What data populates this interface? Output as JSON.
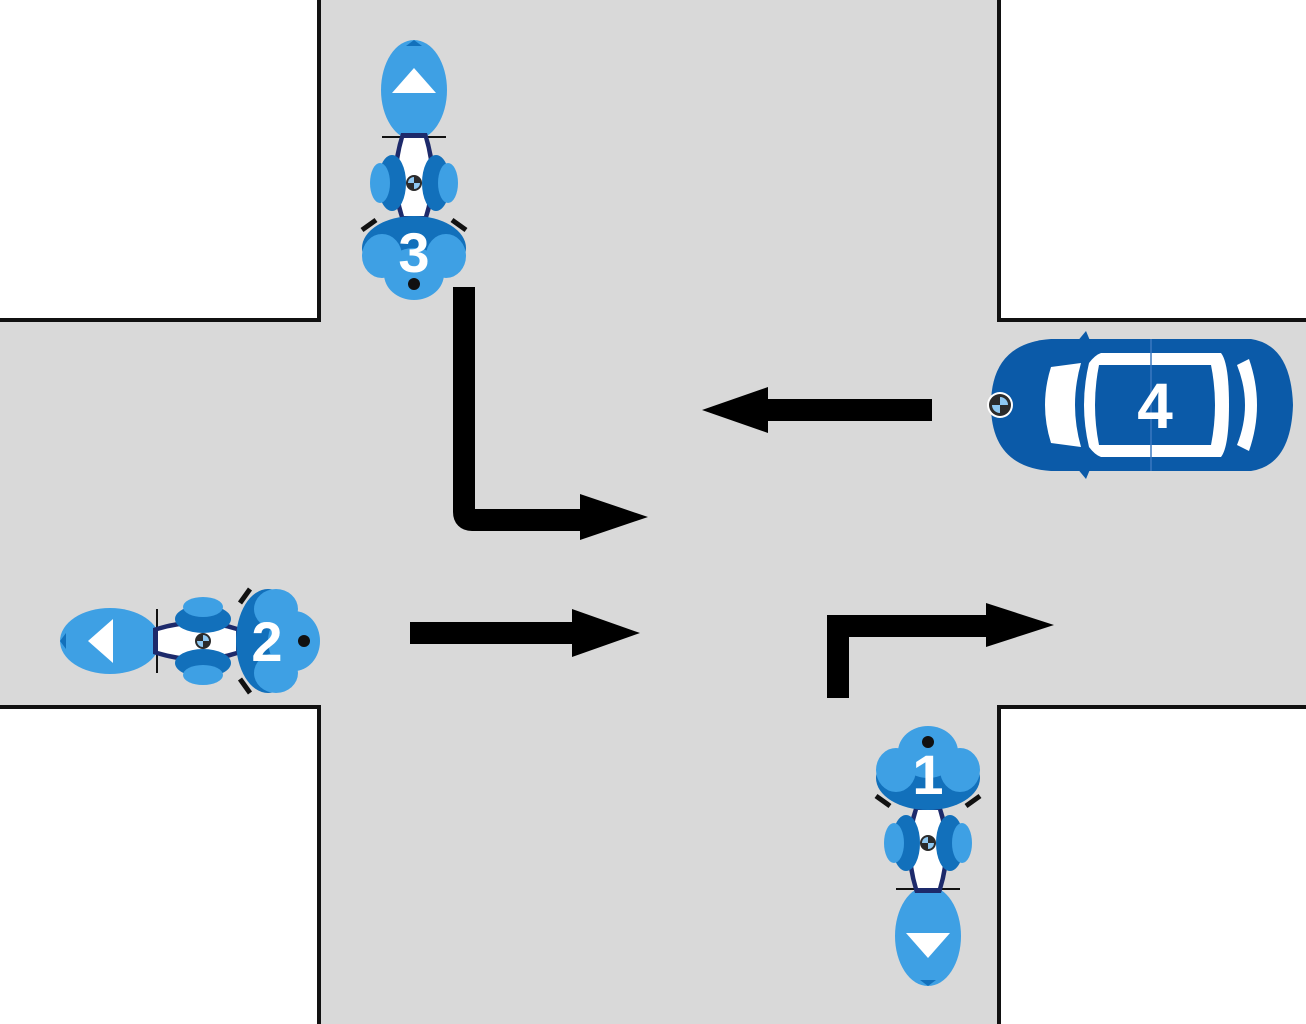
{
  "diagram": {
    "colors": {
      "road": "#d9d9d9",
      "curb": "#111111",
      "arrow": "#000000",
      "moto_light": "#3ea0e4",
      "moto_dark": "#1270bb",
      "car_body": "#0b5aa8",
      "white": "#ffffff",
      "navy": "#1d2a6b"
    },
    "vehicles": [
      {
        "id": "1",
        "type": "motorcycle",
        "label": "1",
        "heading": "north"
      },
      {
        "id": "2",
        "type": "motorcycle",
        "label": "2",
        "heading": "east"
      },
      {
        "id": "3",
        "type": "motorcycle",
        "label": "3",
        "heading": "south"
      },
      {
        "id": "4",
        "type": "car",
        "label": "4",
        "heading": "west"
      }
    ],
    "arrows": [
      {
        "vehicle": "1",
        "maneuver": "right-turn"
      },
      {
        "vehicle": "2",
        "maneuver": "straight"
      },
      {
        "vehicle": "3",
        "maneuver": "left-turn"
      },
      {
        "vehicle": "4",
        "maneuver": "straight"
      }
    ]
  }
}
